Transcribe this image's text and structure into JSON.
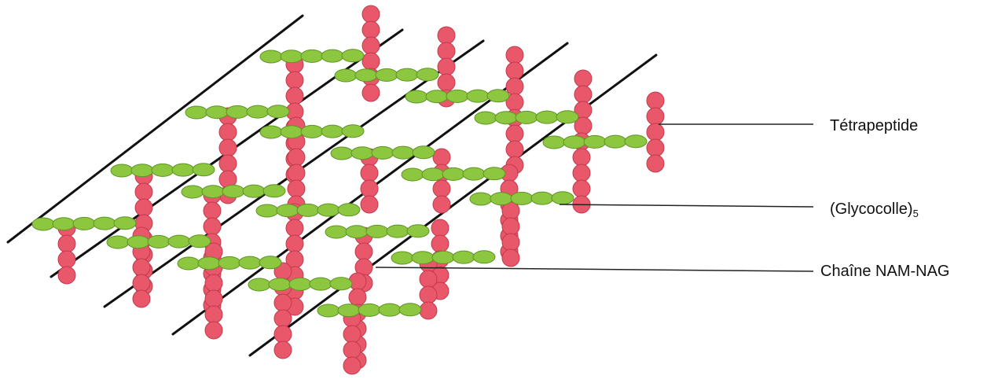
{
  "diagram": {
    "labels": {
      "tetrapeptide": "Tétrapeptide",
      "glycocolle": "(Glycocolle)",
      "glycocolle_subscript": "5",
      "chaine": "Chaîne NAM-NAG"
    },
    "colors": {
      "peptide": "#e8586a",
      "peptide_stroke": "#c23a4c",
      "glycine": "#8dc63f",
      "glycine_stroke": "#5e9424",
      "chain_line": "#111111",
      "callout_line": "#222222"
    }
  }
}
